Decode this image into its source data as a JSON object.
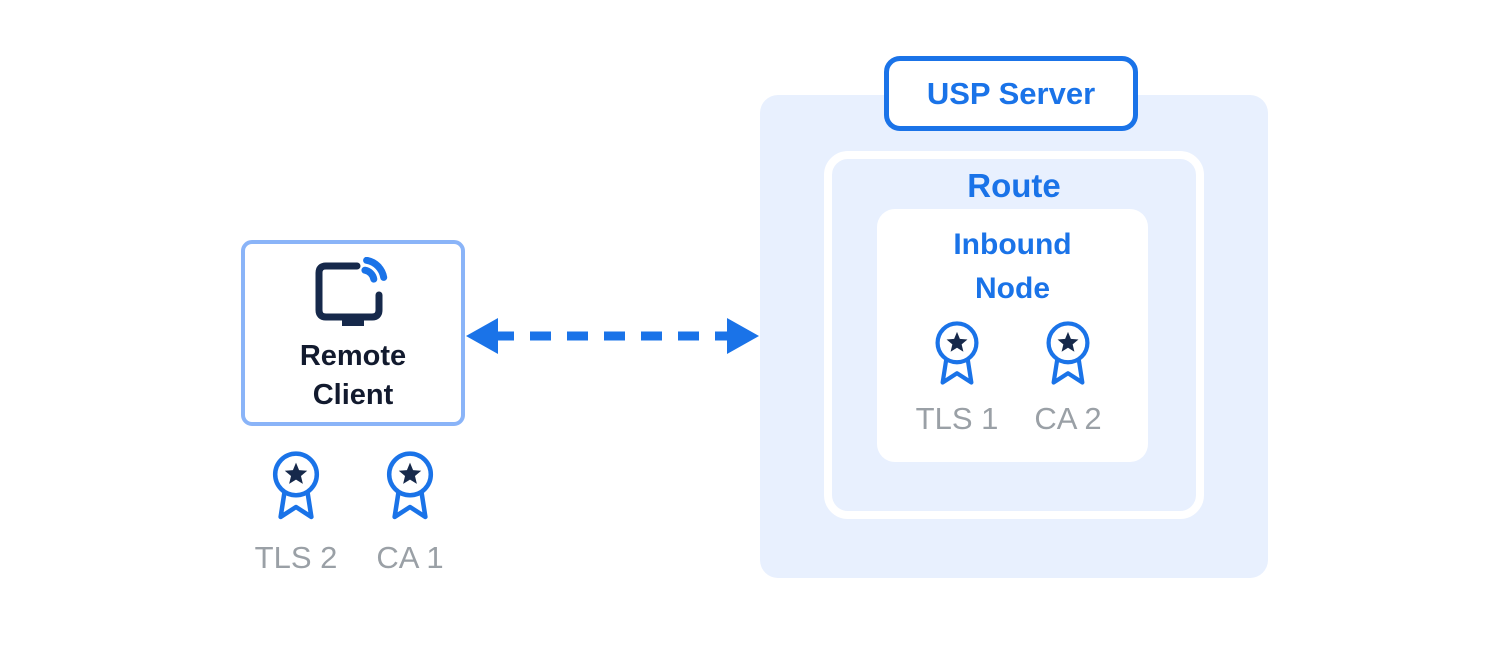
{
  "palette": {
    "blue": "#1a73e8",
    "light_blue_fill": "#e8f0fe",
    "light_blue_border": "#8ab4f8",
    "dark_navy": "#16294b",
    "gray_label": "#9aa0a6"
  },
  "client": {
    "label": "Remote Client",
    "icon": "remote-display-icon",
    "certificates": [
      {
        "label": "TLS 2",
        "icon": "certificate-badge-icon"
      },
      {
        "label": "CA 1",
        "icon": "certificate-badge-icon"
      }
    ]
  },
  "connection": {
    "style": "dashed",
    "direction": "bidirectional"
  },
  "server": {
    "label": "USP Server",
    "route": {
      "label": "Route",
      "inbound_node": {
        "label": "Inbound Node",
        "certificates": [
          {
            "label": "TLS 1",
            "icon": "certificate-badge-icon"
          },
          {
            "label": "CA 2",
            "icon": "certificate-badge-icon"
          }
        ]
      }
    }
  }
}
